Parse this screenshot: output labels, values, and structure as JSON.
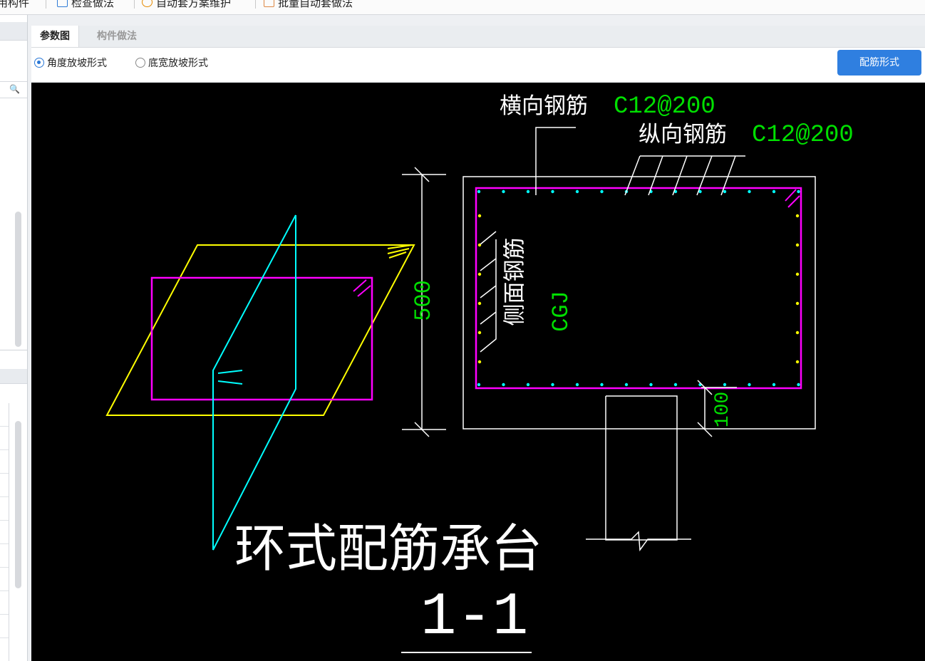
{
  "toolbar": {
    "items": [
      {
        "label": "用构件",
        "icon": "component-icon"
      },
      {
        "label": "检查做法",
        "icon": "check-icon"
      },
      {
        "label": "自动套方案维护",
        "icon": "gear-icon"
      },
      {
        "label": "批量自动套做法",
        "icon": "batch-icon"
      }
    ]
  },
  "tabs": [
    {
      "label": "参数图",
      "active": true
    },
    {
      "label": "构件做法",
      "active": false
    }
  ],
  "options": {
    "radio_1": "角度放坡形式",
    "radio_2": "底宽放坡形式",
    "selected": "角度放坡形式",
    "button": "配筋形式"
  },
  "drawing": {
    "horizontal_label": "横向钢筋",
    "horizontal_value": "C12@200",
    "longitudinal_label": "纵向钢筋",
    "longitudinal_value": "C12@200",
    "side_label": "侧面钢筋",
    "side_value": "CGJ",
    "dim_height": "500",
    "dim_embed": "100",
    "title": "环式配筋承台",
    "section": "1-1"
  },
  "colors": {
    "accent": "#2f7fe0",
    "canvas_bg": "#000000",
    "rebar": "#ff00ff",
    "slope": "#ffff00",
    "cut": "#00ffff",
    "dim_text": "#00e000"
  }
}
